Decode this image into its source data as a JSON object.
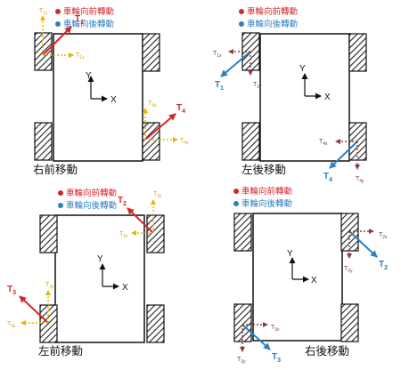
{
  "legend": {
    "forward": "車輪向前轉動",
    "backward": "車輪向後轉動",
    "forward_color": "#d6262b",
    "backward_color": "#2e7fbf"
  },
  "colors": {
    "component_yellow": "#e7b400",
    "component_brown": "#8a3d3d",
    "frame": "#111111"
  },
  "axes": {
    "x": "X",
    "y": "Y"
  },
  "panels": [
    {
      "caption": "右前移動",
      "labels": {
        "T1": "T",
        "T1s": "1",
        "T1x": "T",
        "T1xs": "1x",
        "T1y": "T",
        "T1ys": "1y",
        "T4": "T",
        "T4s": "4",
        "T4x": "T",
        "T4xs": "4x",
        "T4y": "T",
        "T4ys": "4y"
      }
    },
    {
      "caption": "左後移動",
      "labels": {
        "T1": "T",
        "T1s": "1",
        "T1x": "T",
        "T1xs": "1x",
        "T1y": "T",
        "T1ys": "1y",
        "T4": "T",
        "T4s": "4",
        "T4x": "T",
        "T4xs": "4x",
        "T4y": "T",
        "T4ys": "4y"
      }
    },
    {
      "caption": "左前移動",
      "labels": {
        "T2": "T",
        "T2s": "2",
        "T2x": "T",
        "T2xs": "2x",
        "T2y": "T",
        "T2ys": "2y",
        "T3": "T",
        "T3s": "3",
        "T3x": "T",
        "T3xs": "3x",
        "T3y": "T",
        "T3ys": "3y"
      }
    },
    {
      "caption": "右後移動",
      "labels": {
        "T2": "T",
        "T2s": "2",
        "T2x": "T",
        "T2xs": "2x",
        "T2y": "T",
        "T2ys": "2y",
        "T3": "T",
        "T3s": "3",
        "T3x": "T",
        "T3xs": "3x",
        "T3y": "T",
        "T3ys": "3y"
      }
    }
  ]
}
